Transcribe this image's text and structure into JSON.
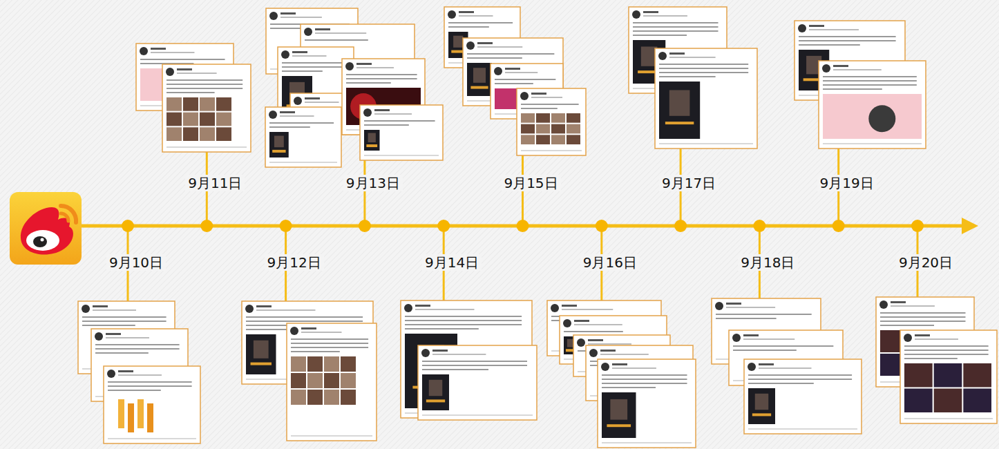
{
  "diagram": {
    "labels": [
      "9月10日",
      "9月11日",
      "9月12日",
      "9月13日",
      "9月14日",
      "9月15日",
      "9月16日",
      "9月17日",
      "9月18日",
      "9月19日",
      "9月20日"
    ]
  }
}
